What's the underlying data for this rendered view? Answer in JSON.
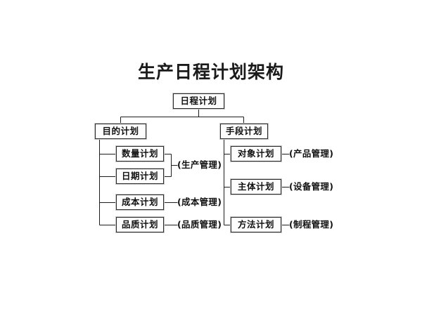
{
  "diagram": {
    "title": "生产日程计划架构",
    "type": "org-tree",
    "root": {
      "label": "日程计划"
    },
    "branches": [
      {
        "id": "purpose",
        "label": "目的计划",
        "side": "left",
        "children": [
          {
            "label": "数量计划",
            "management": "(生产管理)",
            "grouped": true
          },
          {
            "label": "日期计划",
            "management": "(生产管理)",
            "grouped": true
          },
          {
            "label": "成本计划",
            "management": "(成本管理)",
            "grouped": false
          },
          {
            "label": "品质计划",
            "management": "(品质管理)",
            "grouped": false
          }
        ],
        "group_label": "(生产管理)"
      },
      {
        "id": "means",
        "label": "手段计划",
        "side": "right",
        "children": [
          {
            "label": "对象计划",
            "management": "(产品管理)",
            "grouped": false
          },
          {
            "label": "主体计划",
            "management": "(设备管理)",
            "grouped": false
          },
          {
            "label": "方法计划",
            "management": "(制程管理)",
            "grouped": false
          }
        ]
      }
    ],
    "labels": {
      "cost_mgmt": "(成本管理)",
      "quality_mgmt": "(品质管理)",
      "product_mgmt": "(产品管理)",
      "equipment_mgmt": "(设备管理)",
      "process_mgmt": "(制程管理)",
      "production_mgmt": "(生产管理)"
    },
    "colors": {
      "background": "#ffffff",
      "box_fill": "#fdfdfd",
      "box_border": "#2a2a2a",
      "box_outer": "#c9c9c9",
      "line": "#1d1d1d",
      "text": "#111111"
    }
  }
}
